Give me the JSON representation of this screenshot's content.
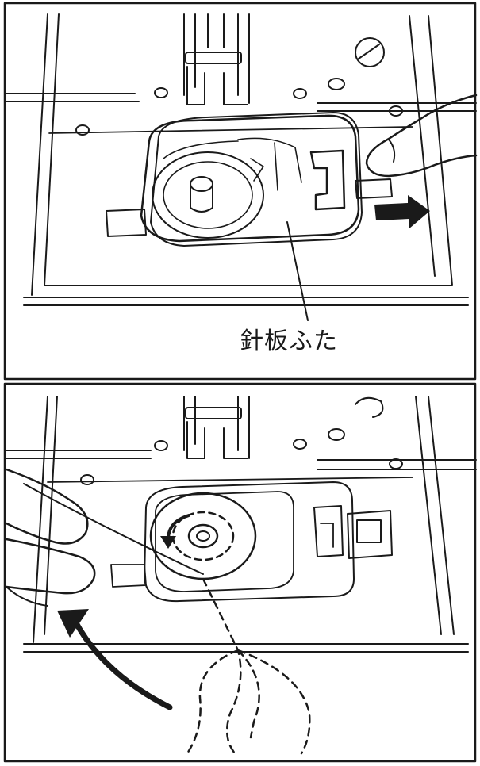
{
  "panels": [
    {
      "id": "top",
      "callout_label": "針板ふた",
      "callout_label_color": "#1a1a1a",
      "cover_fill": "#c9c9c9",
      "arrow_direction": "right"
    },
    {
      "id": "bottom",
      "rotation_arrow": "counterclockwise",
      "thread_style": "dashed",
      "arrow_direction": "up-left"
    }
  ],
  "colors": {
    "ink": "#1a1a1a",
    "paper": "#ffffff",
    "shade": "#c9c9c9"
  },
  "icons": {
    "pull_arrow": "arrow-right-icon",
    "sweep_arrow": "curved-arrow-icon",
    "spin_arrow": "rotate-ccw-icon"
  }
}
